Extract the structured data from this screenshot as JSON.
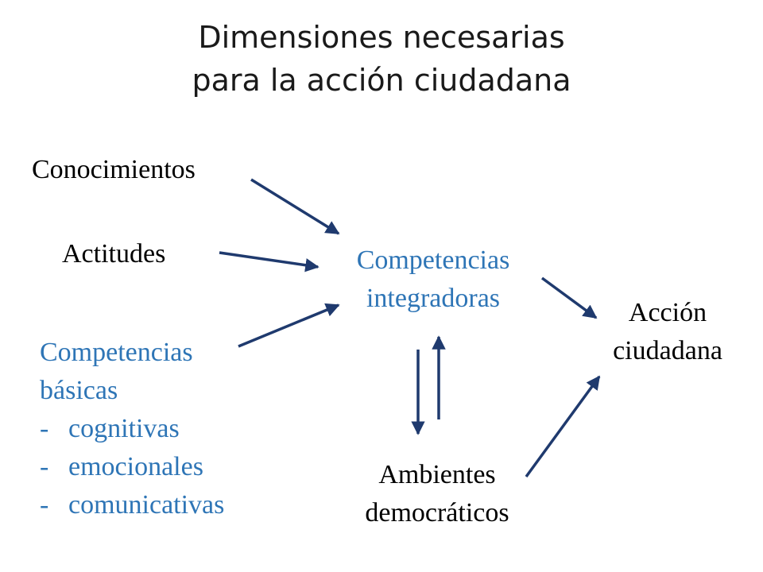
{
  "title": {
    "line1": "Dimensiones necesarias",
    "line2": "para la acción ciudadana"
  },
  "nodes": {
    "conocimientos": "Conocimientos",
    "actitudes": "Actitudes",
    "competencias_integradoras": {
      "line1": "Competencias",
      "line2": "integradoras"
    },
    "competencias_basicas": {
      "line1": "Competencias",
      "line2": "básicas",
      "items": [
        {
          "marker": "-",
          "label": "cognitivas"
        },
        {
          "marker": "-",
          "label": "emocionales"
        },
        {
          "marker": "-",
          "label": "comunicativas"
        }
      ]
    },
    "accion_ciudadana": {
      "line1": "Acción",
      "line2": "ciudadana"
    },
    "ambientes_democraticos": {
      "line1": "Ambientes",
      "line2": "democráticos"
    }
  },
  "colors": {
    "arrow": "#1f3a6e",
    "highlight_text": "#2e75b6",
    "text": "#000000"
  }
}
